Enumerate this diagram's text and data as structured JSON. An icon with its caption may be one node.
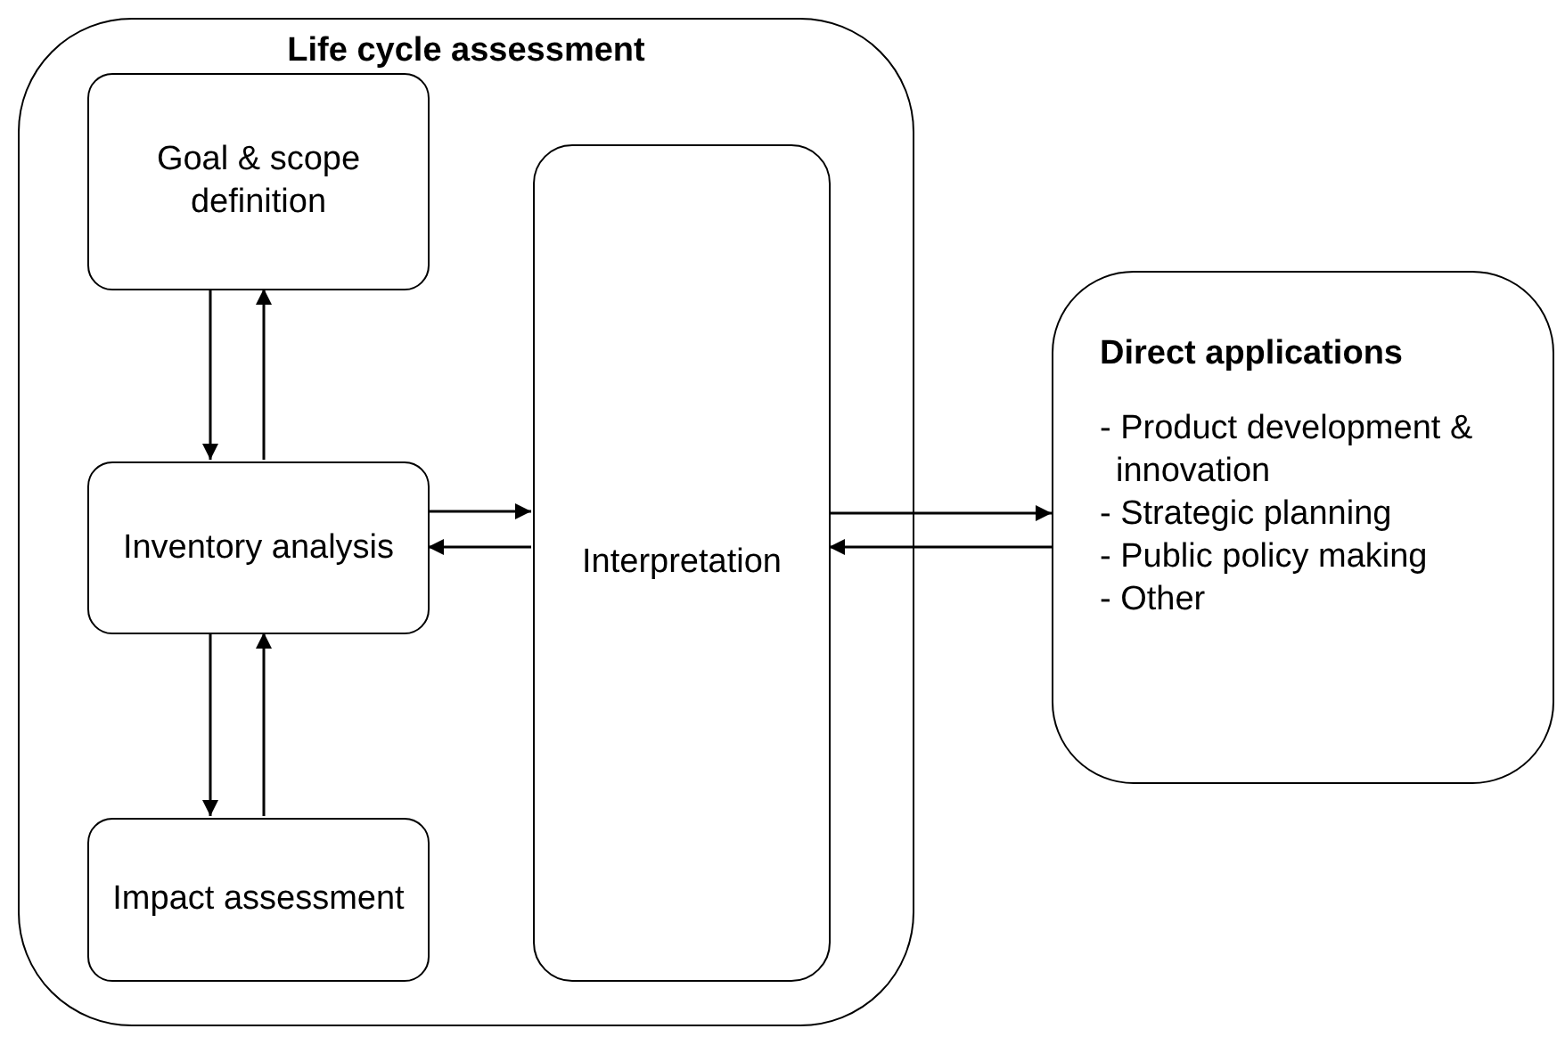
{
  "diagram": {
    "nodes": [
      {
        "text": [
          "Life cycle assessment"
        ]
      },
      {
        "text": [
          "Goal & scope definition"
        ],
        "in": 0
      },
      {
        "text": [
          "Inventory analysis"
        ],
        "in": 0
      },
      {
        "text": [
          "Impact assessment"
        ],
        "in": 0
      },
      {
        "text": [
          "Interpretation"
        ],
        "in": 0
      },
      {
        "text": [
          "Direct applications",
          "- Product development & innovation",
          "- Strategic planning",
          "- Public policy making",
          "- Other"
        ]
      }
    ],
    "edges": [
      {
        "from": 1,
        "to": 2,
        "arrow": "to"
      },
      {
        "from": 2,
        "to": 1,
        "arrow": "to"
      },
      {
        "from": 2,
        "to": 3,
        "arrow": "to"
      },
      {
        "from": 3,
        "to": 2,
        "arrow": "to"
      },
      {
        "from": 2,
        "to": 4,
        "arrow": "to"
      },
      {
        "from": 4,
        "to": 2,
        "arrow": "to"
      },
      {
        "from": 4,
        "to": 5,
        "arrow": "to"
      },
      {
        "from": 5,
        "to": 4,
        "arrow": "to"
      }
    ]
  }
}
